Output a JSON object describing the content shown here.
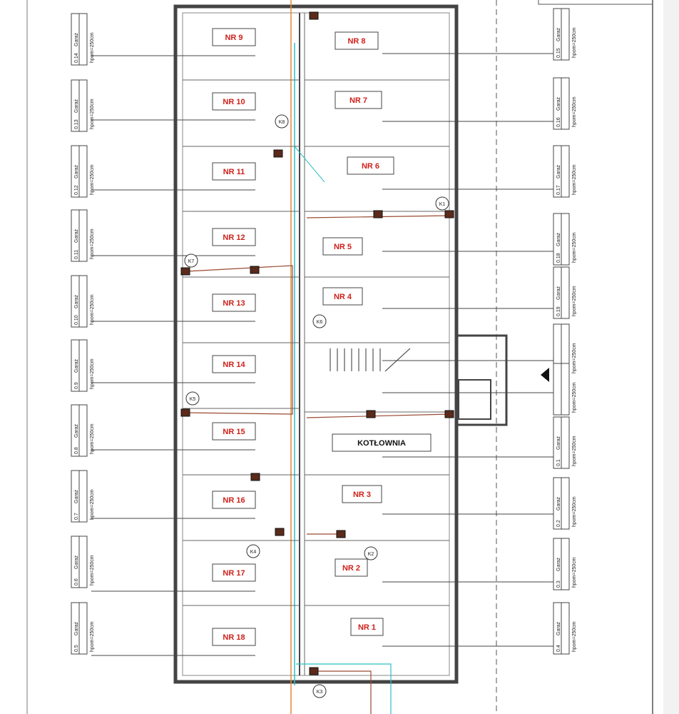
{
  "colors": {
    "room_label": "#d0201a",
    "wall": "#444444",
    "pipe_orange": "#e08a3c",
    "pipe_teal": "#2fbfc4",
    "pipe_brown": "#9a4a32"
  },
  "rooms_left": [
    "NR 9",
    "NR 10",
    "NR 11",
    "NR 12",
    "NR 13",
    "NR 14",
    "NR 15",
    "NR 16",
    "NR 17",
    "NR 18"
  ],
  "rooms_right": [
    "NR 8",
    "NR 7",
    "NR 6",
    "NR 5",
    "NR 4",
    "KOTŁOWNIA",
    "NR 3",
    "NR 2",
    "NR 1"
  ],
  "room_tags_left": [
    {
      "code": "0.14",
      "name": "Garaż",
      "height": "hpom=250cm"
    },
    {
      "code": "0.13",
      "name": "Garaż",
      "height": "hpom=250cm"
    },
    {
      "code": "0.12",
      "name": "Garaż",
      "height": "hpom=250cm"
    },
    {
      "code": "0.11",
      "name": "Garaż",
      "height": "hpom=250cm"
    },
    {
      "code": "0.10",
      "name": "Garaż",
      "height": "hpom=250cm"
    },
    {
      "code": "0.9",
      "name": "Garaż",
      "height": "hpom=250cm"
    },
    {
      "code": "0.8",
      "name": "Garaż",
      "height": "hpom=250cm"
    },
    {
      "code": "0.7",
      "name": "Garaż",
      "height": "hpom=250cm"
    },
    {
      "code": "0.6",
      "name": "Garaż",
      "height": "hpom=250cm"
    },
    {
      "code": "0.5",
      "name": "Garaż",
      "height": "hpom=250cm"
    }
  ],
  "room_tags_right": [
    {
      "code": "0.15",
      "name": "Garaż",
      "height": "hpom=250cm"
    },
    {
      "code": "0.16",
      "name": "Garaż",
      "height": "hpom=250cm"
    },
    {
      "code": "0.17",
      "name": "Garaż",
      "height": "hpom=250cm"
    },
    {
      "code": "0.18",
      "name": "Garaż",
      "height": "hpom=250cm"
    },
    {
      "code": "0.19",
      "name": "Garaż",
      "height": "hpom=250cm"
    },
    {
      "code": "",
      "name": "",
      "height": "hpom=250cm"
    },
    {
      "code": "",
      "name": "",
      "height": "hpom=250cm"
    },
    {
      "code": "0.1",
      "name": "Garaż",
      "height": "hpom=250cm"
    },
    {
      "code": "0.2",
      "name": "Garaż",
      "height": "hpom=250cm"
    },
    {
      "code": "0.3",
      "name": "Garaż",
      "height": "hpom=250cm"
    },
    {
      "code": "0.4",
      "name": "Garaż",
      "height": "hpom=250cm"
    }
  ],
  "markers": [
    "K1",
    "K2",
    "K3",
    "K4",
    "K5",
    "K6",
    "K7",
    "K8"
  ]
}
